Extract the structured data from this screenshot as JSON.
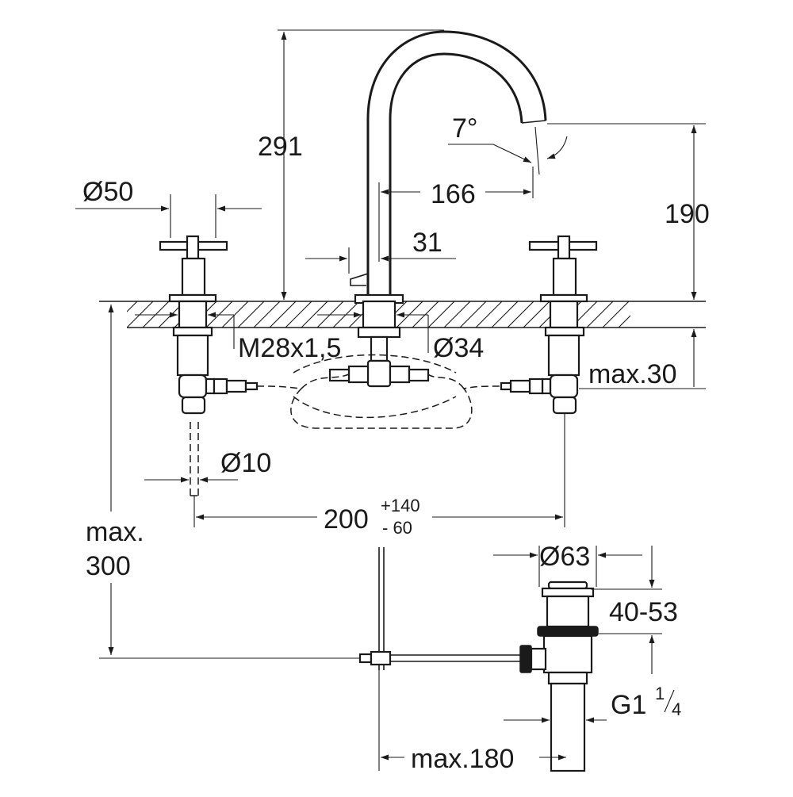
{
  "drawing": {
    "dimensions": {
      "height_spout": "291",
      "spout_angle": "7°",
      "spout_reach": "166",
      "spout_outlet_height": "190",
      "handle_diameter": "Ø50",
      "lever_offset": "31",
      "thread": "M28x1,5",
      "hole_diameter": "Ø34",
      "max_deck_thickness": "max.30",
      "pipe_diameter": "Ø10",
      "spread_nominal": "200",
      "spread_plus": "+140",
      "spread_minus": "- 60",
      "max_depth_line1": "max.",
      "max_depth_line2": "300",
      "waste_diameter": "Ø63",
      "waste_range": "40-53",
      "waste_thread_main": "G1",
      "waste_thread_num": "1",
      "waste_thread_den": "4",
      "max_rod_length": "max.180"
    }
  }
}
